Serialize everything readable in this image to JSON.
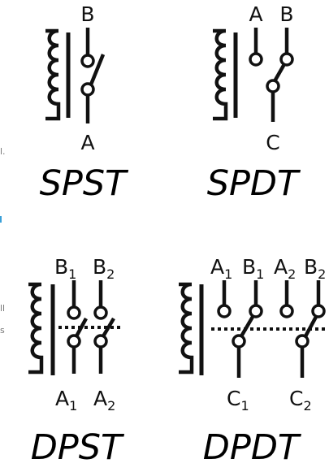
{
  "panels": {
    "spst": {
      "title": "SPST",
      "label_top": "B",
      "label_bottom": "A"
    },
    "spdt": {
      "title": "SPDT",
      "label_a": "A",
      "label_b": "B",
      "label_c": "C"
    },
    "dpst": {
      "title": "DPST",
      "top_1_main": "B",
      "top_1_sub": "1",
      "top_2_main": "B",
      "top_2_sub": "2",
      "bottom_1_main": "A",
      "bottom_1_sub": "1",
      "bottom_2_main": "A",
      "bottom_2_sub": "2"
    },
    "dpdt": {
      "title": "DPDT",
      "top_1_main": "A",
      "top_1_sub": "1",
      "top_2_main": "B",
      "top_2_sub": "1",
      "top_3_main": "A",
      "top_3_sub": "2",
      "top_4_main": "B",
      "top_4_sub": "2",
      "bottom_1_main": "C",
      "bottom_1_sub": "1",
      "bottom_2_main": "C",
      "bottom_2_sub": "2"
    }
  },
  "margin_fragments": {
    "frag_1": "l.",
    "frag_2": "ll",
    "frag_3": "s"
  },
  "colors": {
    "ink": "#111111",
    "background": "#ffffff"
  }
}
